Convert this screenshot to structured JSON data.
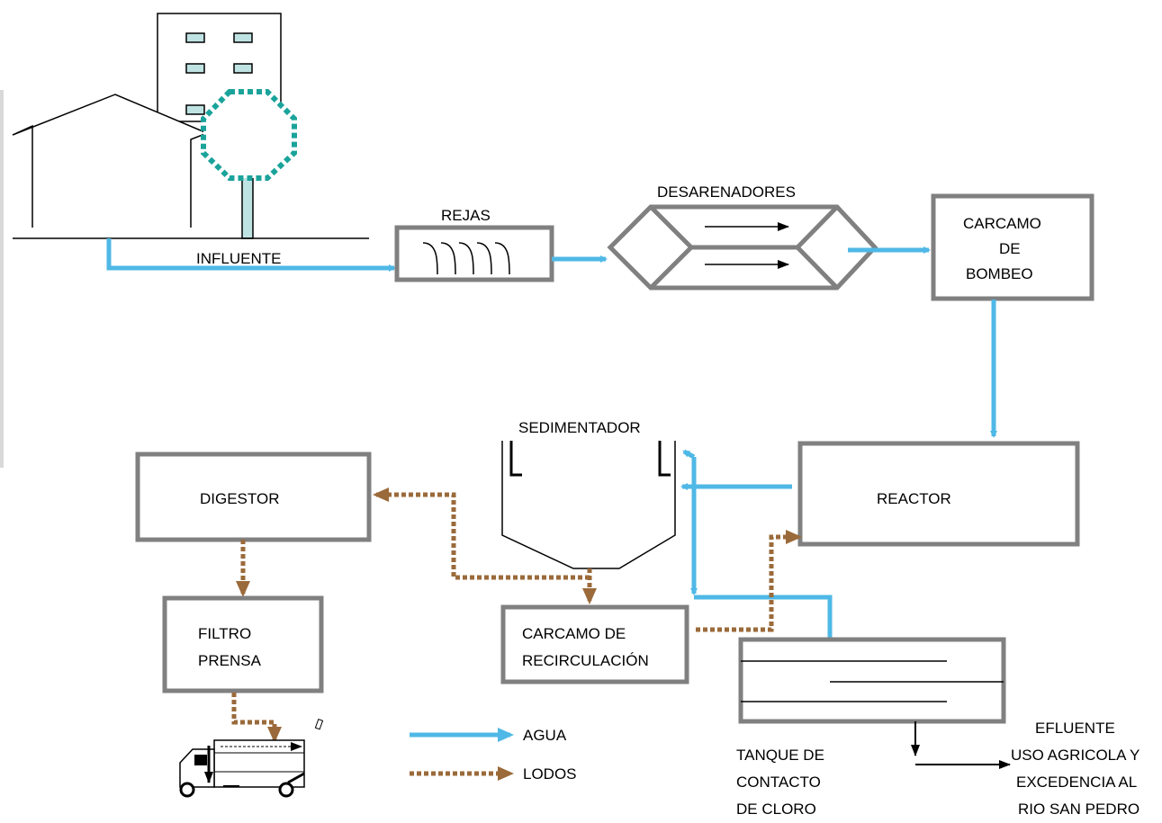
{
  "labels": {
    "influente": "INFLUENTE",
    "rejas": "REJAS",
    "desarenadores": "DESARENADORES",
    "carcamo_bombeo": [
      "CARCAMO",
      "DE",
      "BOMBEO"
    ],
    "sedimentador": "SEDIMENTADOR",
    "reactor": "REACTOR",
    "digestor": "DIGESTOR",
    "filtro_prensa": [
      "FILTRO",
      "PRENSA"
    ],
    "carcamo_recirculacion": [
      "CARCAMO DE",
      "RECIRCULACIÓN"
    ],
    "tanque_contacto": [
      "TANQUE DE",
      "CONTACTO",
      "DE CLORO"
    ],
    "efluente": [
      "EFLUENTE",
      "USO AGRICOLA Y",
      "EXCEDENCIA AL",
      "RIO SAN PEDRO"
    ]
  },
  "legend": [
    {
      "label": "AGUA",
      "style": "water"
    },
    {
      "label": "LODOS",
      "style": "sludge"
    }
  ],
  "colors": {
    "water": "#4fb8e6",
    "sludge": "#9b6a3a",
    "box_border": "#808080",
    "tree": "#1aa39a",
    "window": "#bfe3e3"
  },
  "icons": [
    "house-icon",
    "building-icon",
    "tree-icon",
    "truck-icon"
  ]
}
